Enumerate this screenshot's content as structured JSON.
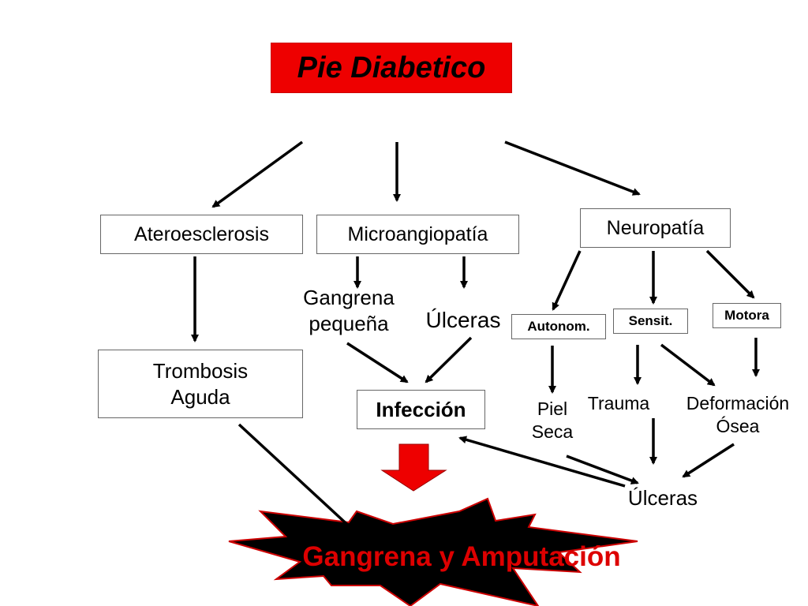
{
  "title": "Pie Diabetico",
  "colors": {
    "title_bg": "#ee0000",
    "arrow": "#000000",
    "burst": "#000000",
    "burst_border": "#cc0000",
    "outcome_text": "#dd0000",
    "down_arrow": "#ee0000"
  },
  "nodes": {
    "ateroesclerosis": "Ateroesclerosis",
    "microangiopatia": "Microangiopatía",
    "neuropatia": "Neuropatía",
    "gangrena_pequena": [
      "Gangrena",
      "pequeña"
    ],
    "ulceras_micro": "Úlceras",
    "autonom": "Autonom.",
    "sensit": "Sensit.",
    "motora": "Motora",
    "trombosis_aguda": [
      "Trombosis",
      "Aguda"
    ],
    "infeccion": "Infección",
    "piel_seca": [
      "Piel",
      "Seca"
    ],
    "trauma": "Trauma",
    "deformacion_osea": [
      "Deformación",
      "Ósea"
    ],
    "ulceras_neuro": "Úlceras"
  },
  "outcome": "Gangrena y Amputación"
}
